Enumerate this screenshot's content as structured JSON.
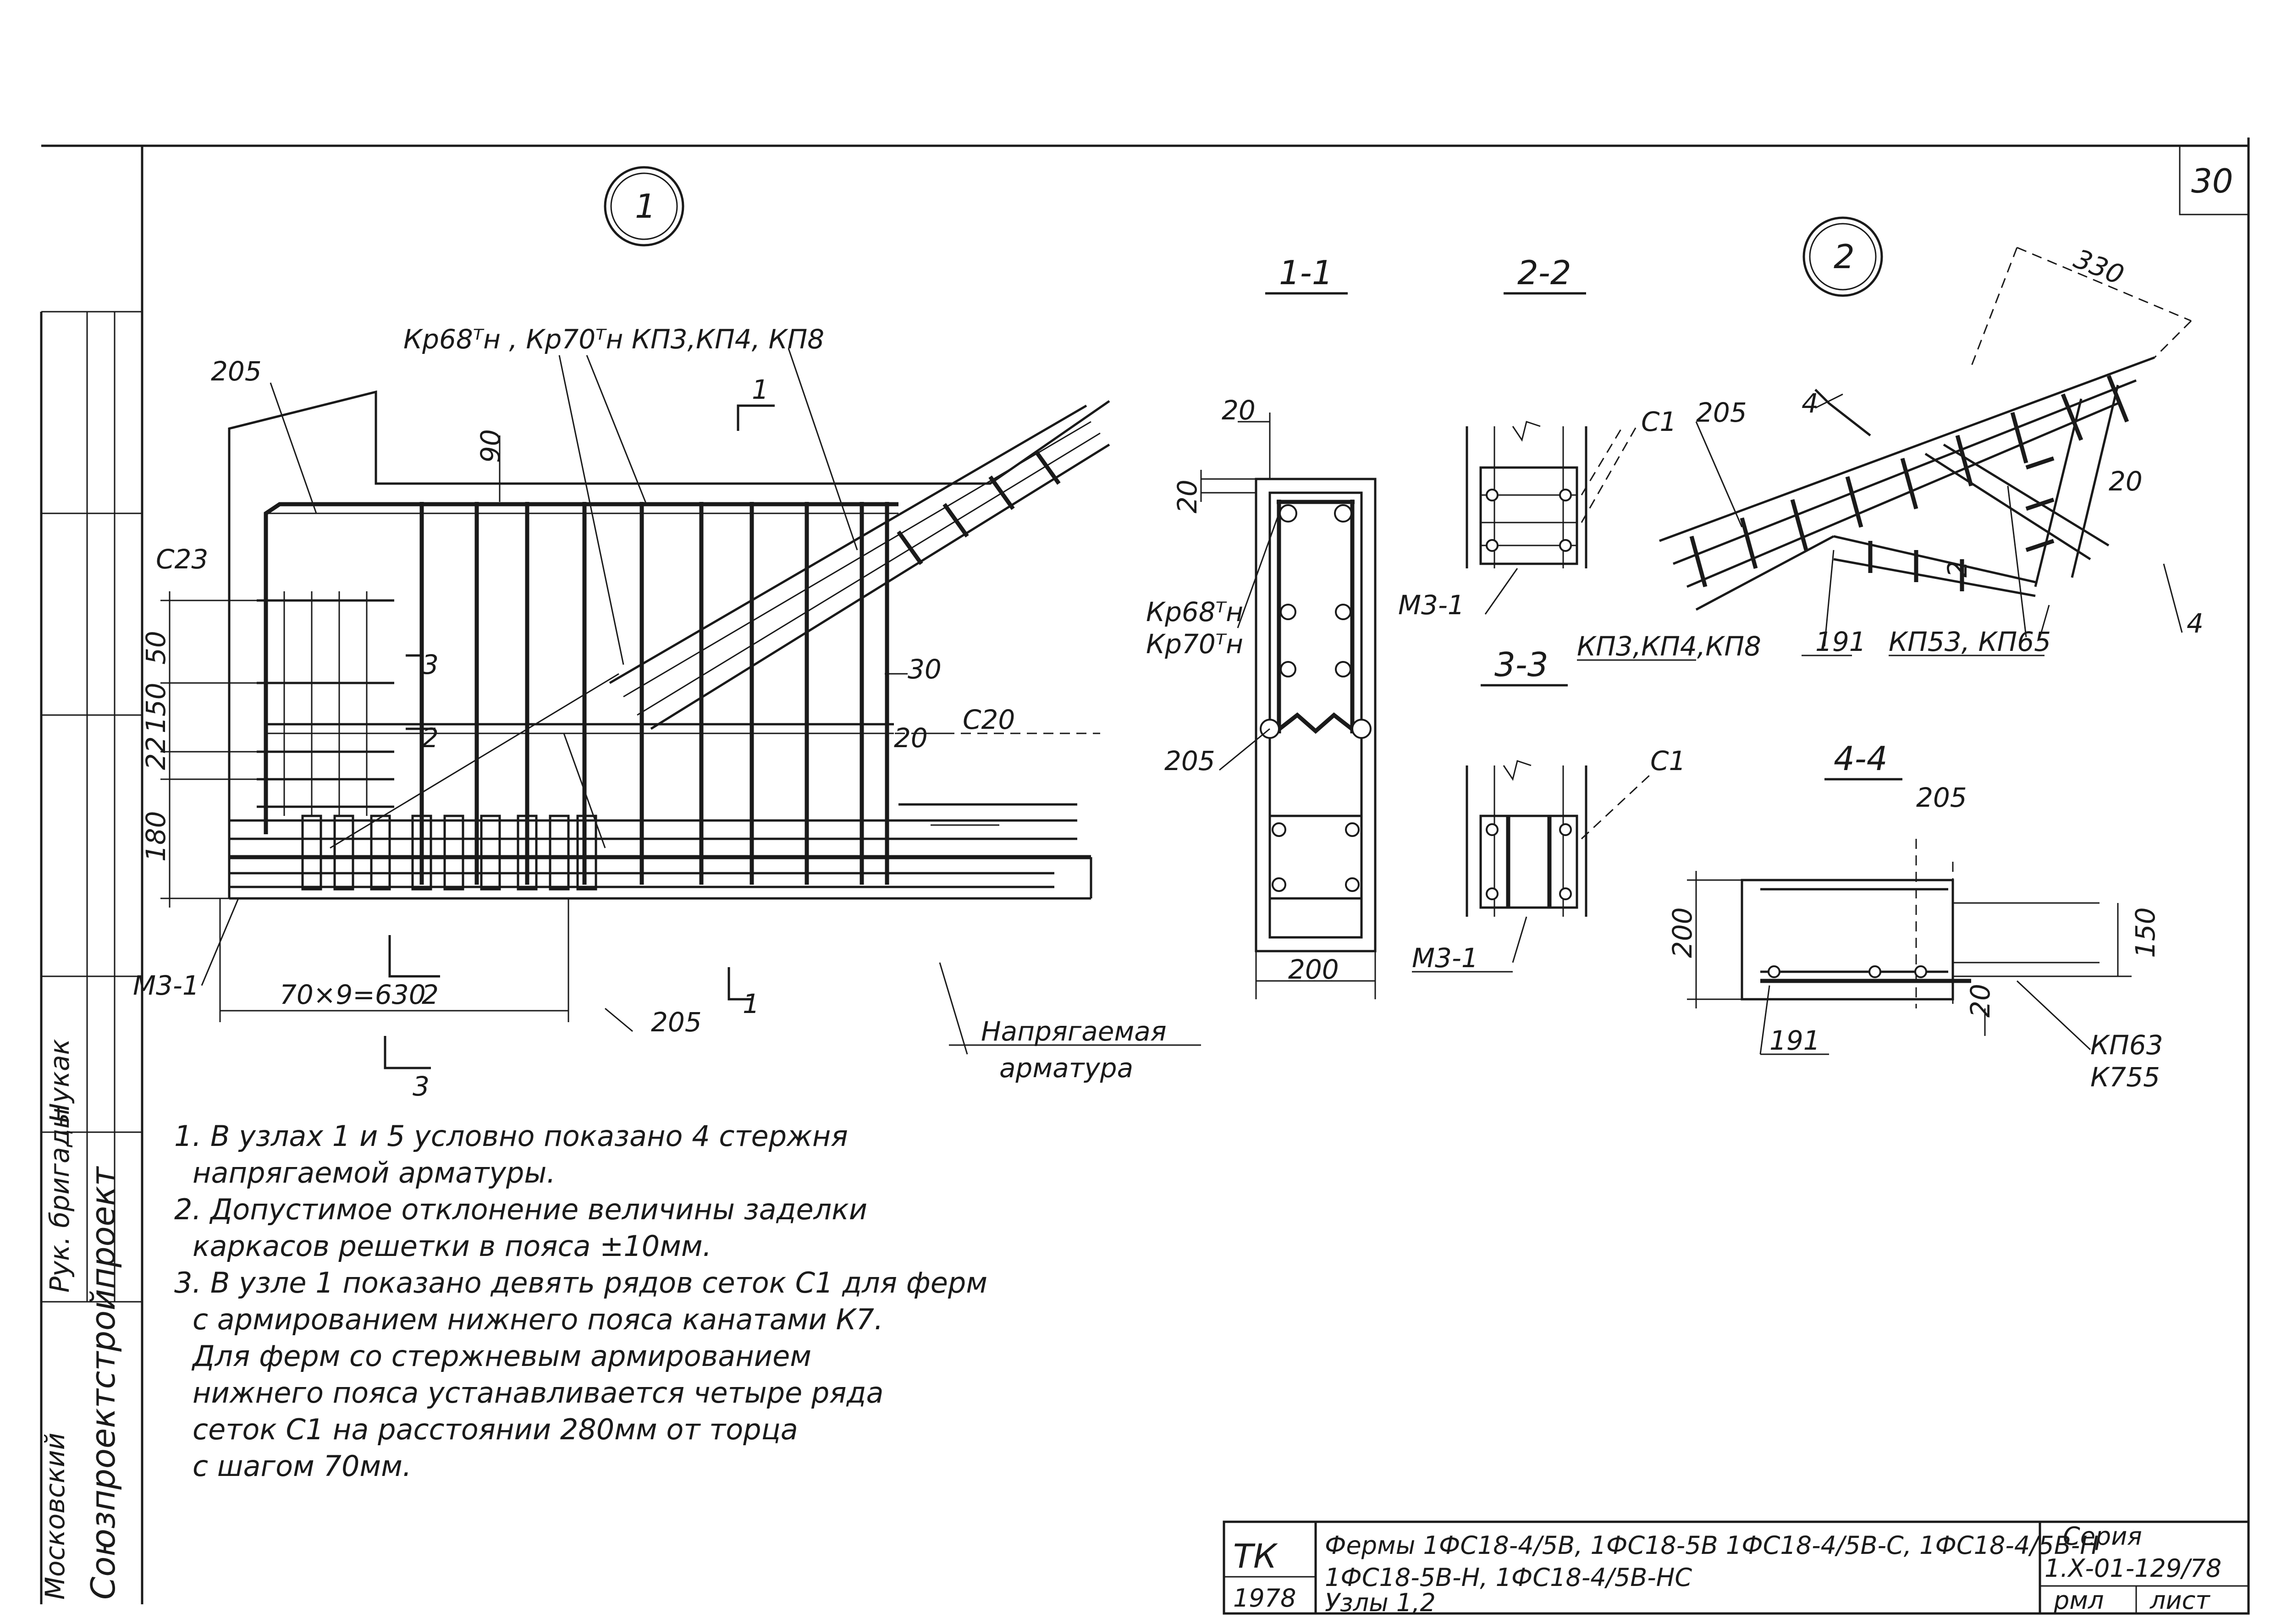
{
  "sheet": {
    "number": "30",
    "node1_marker": "1",
    "node2_marker": "2"
  },
  "left_strip": {
    "org_text": "Союзпроектстройпроект",
    "org_text_partial": "Московский",
    "signer_1": "Нукак",
    "role_1": "Рук. бригады"
  },
  "node1": {
    "leader_top": "Кр68ᵀн , Кр70ᵀн  КП3,КП4, КП8",
    "d205_top": "205",
    "d90": "90",
    "c23": "С23",
    "d50": "50",
    "d150": "150",
    "d22": "22",
    "d180": "180",
    "m31": "М3-1",
    "dim_70x9": "70×9=630",
    "sec1_num": "1",
    "sec2_num": "2",
    "sec3_num": "3",
    "sec2b_num": "2",
    "sec3b_num": "3",
    "sec1b_num": "1",
    "d205_bot": "205",
    "d30": "30",
    "d20": "20",
    "c20": "С20",
    "prestressed_1": "Напрягаемая",
    "prestressed_2": "арматура"
  },
  "section11": {
    "title": "1-1",
    "d20a": "20",
    "d20b": "20",
    "kp68": "Кр68ᵀн",
    "kp70": "Кр70ᵀн",
    "d205": "205",
    "d200": "200"
  },
  "section22": {
    "title": "2-2",
    "c1": "С1",
    "m31": "М3-1"
  },
  "section33": {
    "title": "3-3",
    "leader": "КП3,КП4,КП8",
    "c1": "С1",
    "m31": "М3-1"
  },
  "node2": {
    "d330": "330",
    "d205": "205",
    "d20": "20",
    "d2": "2",
    "d4a": "4",
    "d4b": "4",
    "d191": "191",
    "leader": "КП53, КП65"
  },
  "section44": {
    "title": "4-4",
    "d205": "205",
    "d200": "200",
    "d150": "150",
    "d20": "20",
    "d191": "191",
    "kp63": "КП63",
    "k755": "К755"
  },
  "notes": [
    "1. В узлах 1 и 5 условно показано 4 стержня",
    "напрягаемой арматуры.",
    "2. Допустимое отклонение величины заделки",
    "каркасов решетки в пояса ±10мм.",
    "3. В узле 1 показано девять рядов сеток С1 для ферм",
    "с          армированием нижнего пояса канатами К7.",
    "Для ферм со стержневым армированием",
    "нижнего пояса устанавливается четыре ряда",
    "сеток  С1 на расстоянии 280мм от торца",
    "с шагом 70мм."
  ],
  "title_block": {
    "mark": "ТК",
    "year": "1978",
    "line1": "Фермы 1ФС18-4/5В, 1ФС18-5В 1ФС18-4/5В-С, 1ФС18-4/5В-Н",
    "line2": "1ФС18-5В-Н, 1ФС18-4/5В-НС",
    "line3": "Узлы 1,2",
    "series_label": "Серия",
    "series_value": "1.Х-01-129/78",
    "bottom_left": "рмл",
    "bottom_right": "лист"
  }
}
